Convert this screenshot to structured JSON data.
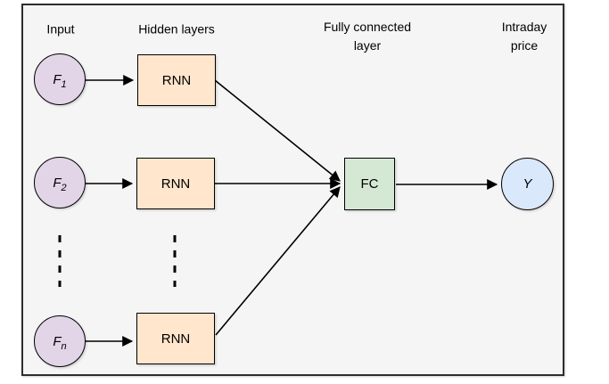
{
  "diagram": {
    "headers": {
      "input": "Input",
      "hidden": "Hidden layers",
      "fully_connected": "Fully connected\nlayer",
      "output": "Intraday\nprice"
    },
    "nodes": {
      "inputs": [
        {
          "label": "F",
          "sub": "1"
        },
        {
          "label": "F",
          "sub": "2"
        },
        {
          "label": "F",
          "sub": "n"
        }
      ],
      "hidden": [
        {
          "label": "RNN"
        },
        {
          "label": "RNN"
        },
        {
          "label": "RNN"
        }
      ],
      "fc": {
        "label": "FC"
      },
      "output": {
        "label": "Y"
      }
    },
    "connections": [
      "F1 -> RNN1",
      "F2 -> RNN2",
      "Fn -> RNN3",
      "RNN1 -> FC",
      "RNN2 -> FC",
      "RNN3 -> FC",
      "FC -> Y"
    ]
  },
  "colors": {
    "canvas-bg": "#ffffff",
    "frame-bg": "#f5f5f5",
    "frame-border": "#2d2d2d",
    "input-fill": "#e1d5e7",
    "hidden-fill": "#ffe6cc",
    "fc-fill": "#d5e8d4",
    "output-fill": "#dae8fc",
    "node-border": "#000000",
    "arrow": "#000000",
    "text": "#000000"
  }
}
